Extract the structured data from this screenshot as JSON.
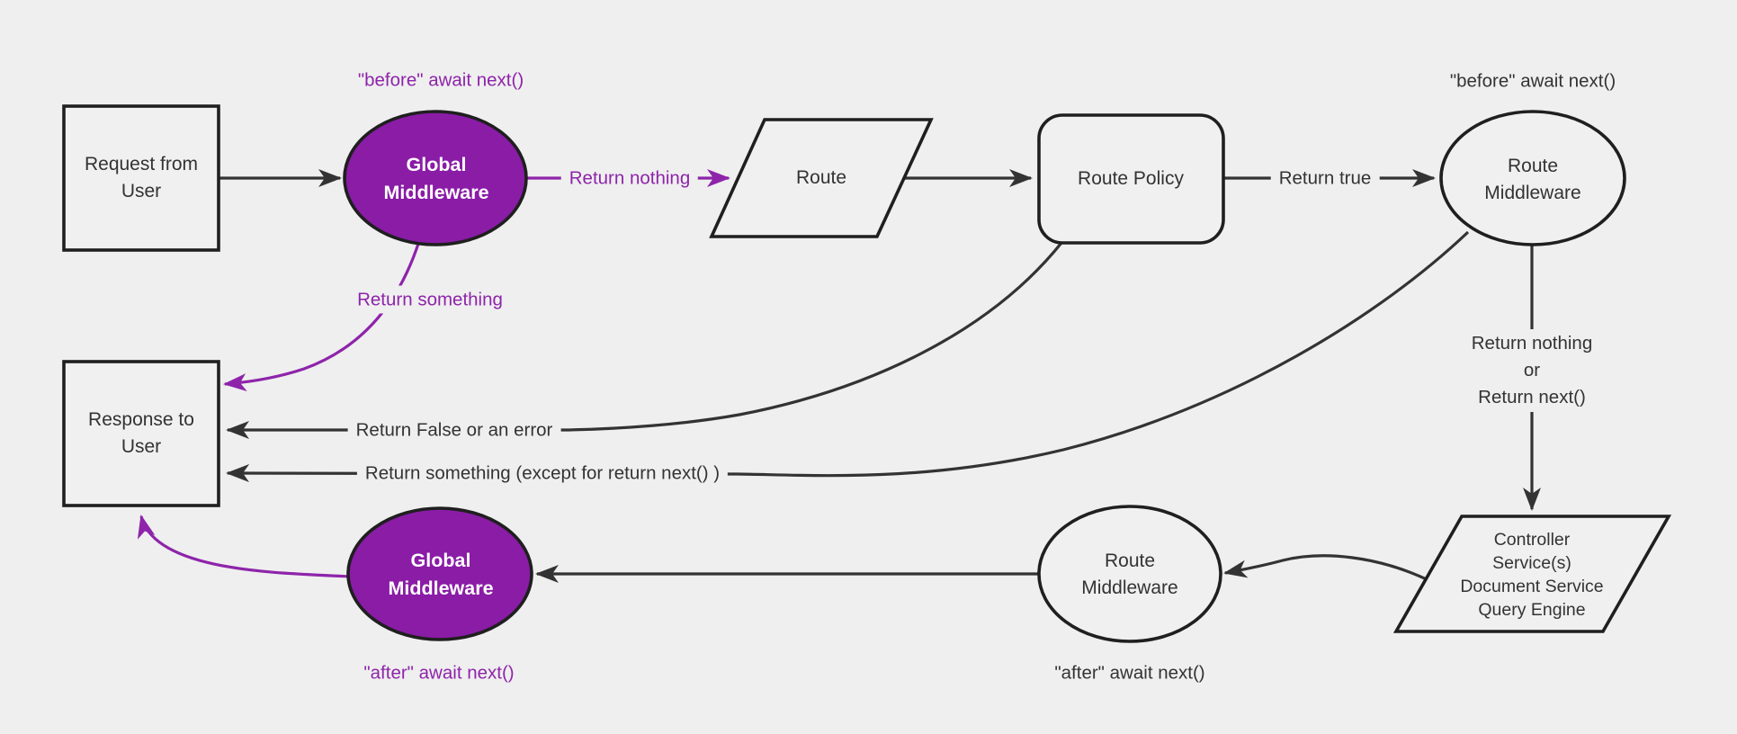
{
  "colors": {
    "background": "#efefef",
    "node_fill": "#f0f0f0",
    "node_border": "#1f1f1f",
    "edge_black": "#333333",
    "purple_fill": "#8a1ca6",
    "purple_edge": "#8e24aa",
    "node_text": "#333333",
    "purple_node_text": "#ffffff"
  },
  "nodes": {
    "request": "Request from\nUser",
    "global_middleware_top": "Global\nMiddleware",
    "route": "Route",
    "route_policy": "Route Policy",
    "route_middleware_top": "Route\nMiddleware",
    "controller": "Controller\nService(s)\nDocument Service\nQuery Engine",
    "route_middleware_bottom": "Route\nMiddleware",
    "global_middleware_bottom": "Global\nMiddleware",
    "response": "Response to\nUser"
  },
  "edge_labels": {
    "before_await_next_global": "\"before\" await next()",
    "before_await_next_route": "\"before\" await next()",
    "return_nothing": "Return nothing",
    "return_true": "Return true",
    "return_something": "Return something",
    "return_false_or_error": "Return False or an error",
    "return_something_except": "Return something (except for return next() )",
    "return_nothing_or_next": "Return nothing\nor\nReturn next()",
    "after_await_next_route": "\"after\" await next()",
    "after_await_next_global": "\"after\" await next()"
  }
}
